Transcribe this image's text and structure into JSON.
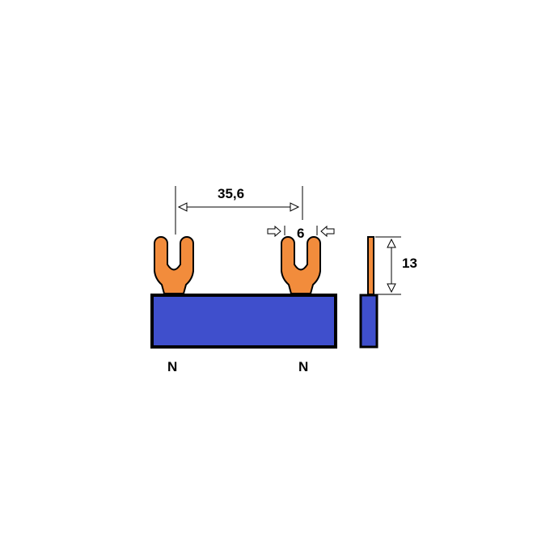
{
  "dimensions": {
    "pitch": "35,6",
    "fork_width": "6",
    "height": "13"
  },
  "labels": {
    "left_pin": "N",
    "right_pin": "N"
  },
  "colors": {
    "busbar_body": "#3f4fcc",
    "copper_fork": "#f28c3c",
    "outline": "#000000",
    "background": "#ffffff"
  }
}
